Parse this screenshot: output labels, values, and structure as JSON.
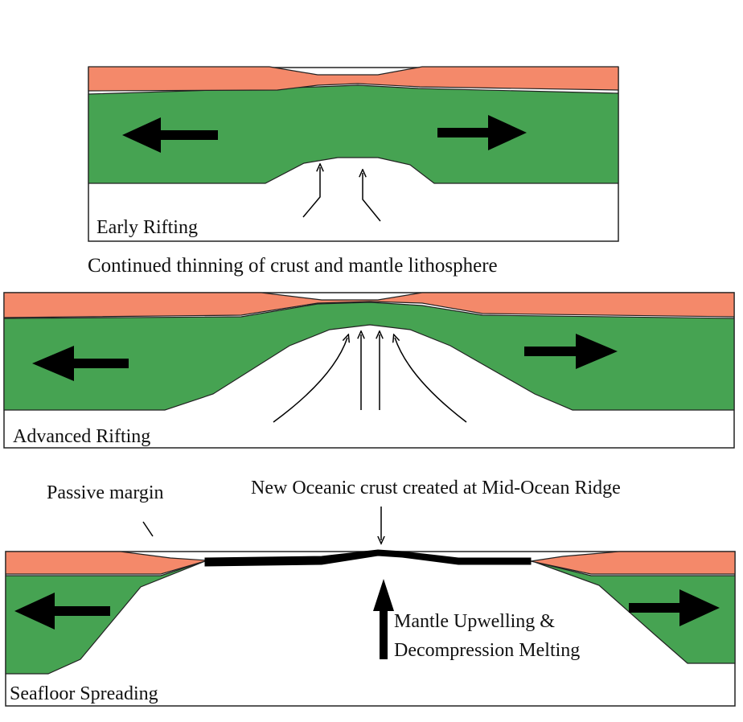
{
  "panels": {
    "early": {
      "label": "Early Rifting"
    },
    "advanced": {
      "label": "Advanced Rifting"
    },
    "seafloor": {
      "label": "Seafloor Spreading"
    }
  },
  "captions": {
    "transition": "Continued thinning of crust and mantle lithosphere"
  },
  "annotations": {
    "passive_margin": "Passive margin",
    "new_crust": "New Oceanic crust created at Mid-Ocean Ridge",
    "upwelling_line1": "Mantle Upwelling &",
    "upwelling_line2": "Decompression Melting"
  },
  "colors": {
    "crust": "#f4896a",
    "mantle_lithosphere": "#46a352",
    "oceanic_crust": "#000000",
    "arrow": "#000000"
  }
}
